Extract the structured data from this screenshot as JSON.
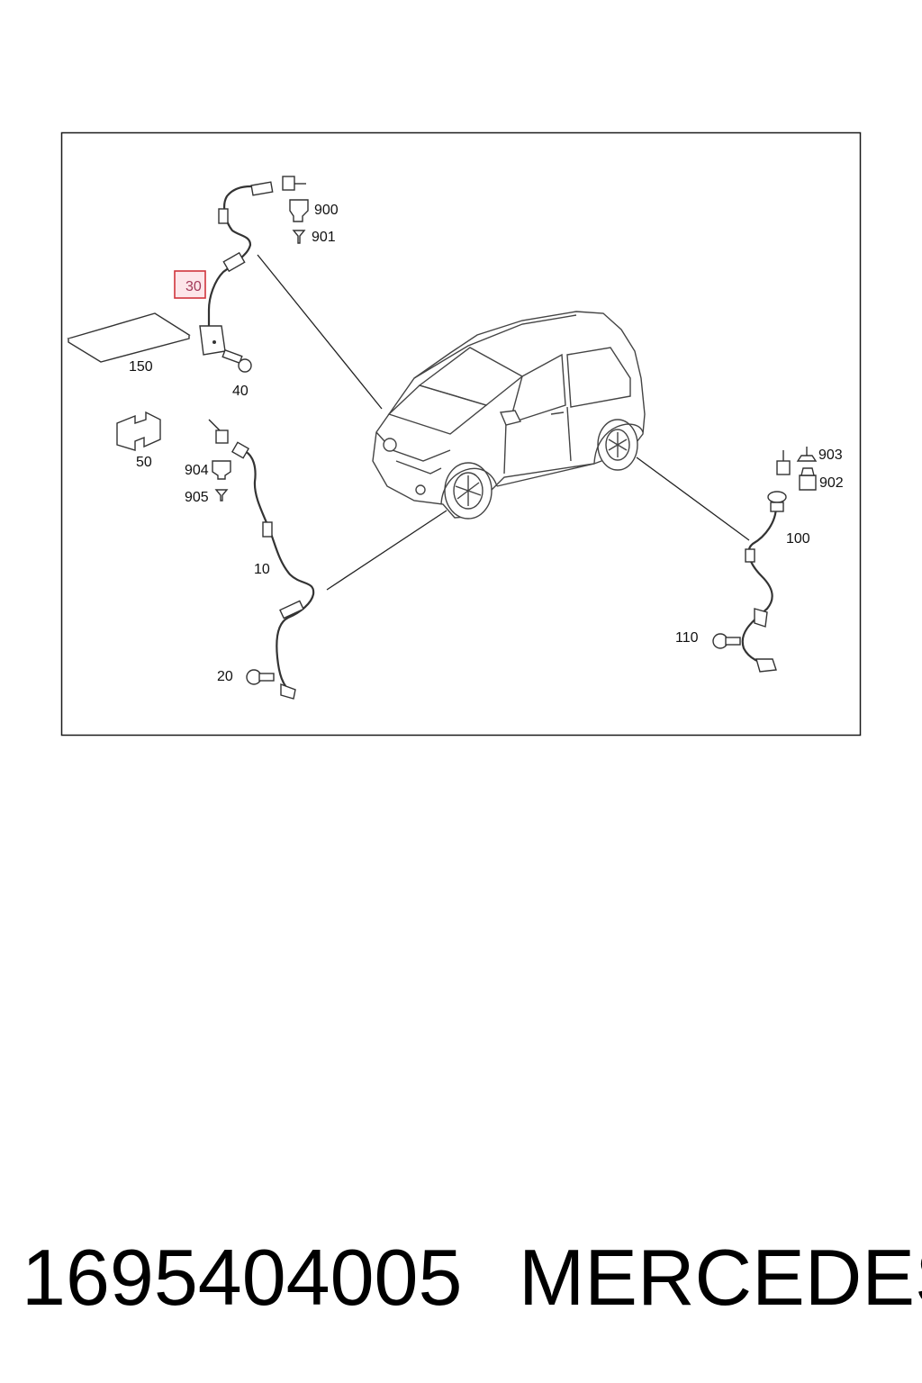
{
  "diagram": {
    "callouts": {
      "c900": "900",
      "c901": "901",
      "c30": "30",
      "c150": "150",
      "c40": "40",
      "c50": "50",
      "c904": "904",
      "c905": "905",
      "c10": "10",
      "c20": "20",
      "c903": "903",
      "c902": "902",
      "c100": "100",
      "c110": "110"
    },
    "highlight_color": "#d0343c"
  },
  "caption": {
    "part_number": "1695404005",
    "brand": "MERCEDES"
  }
}
